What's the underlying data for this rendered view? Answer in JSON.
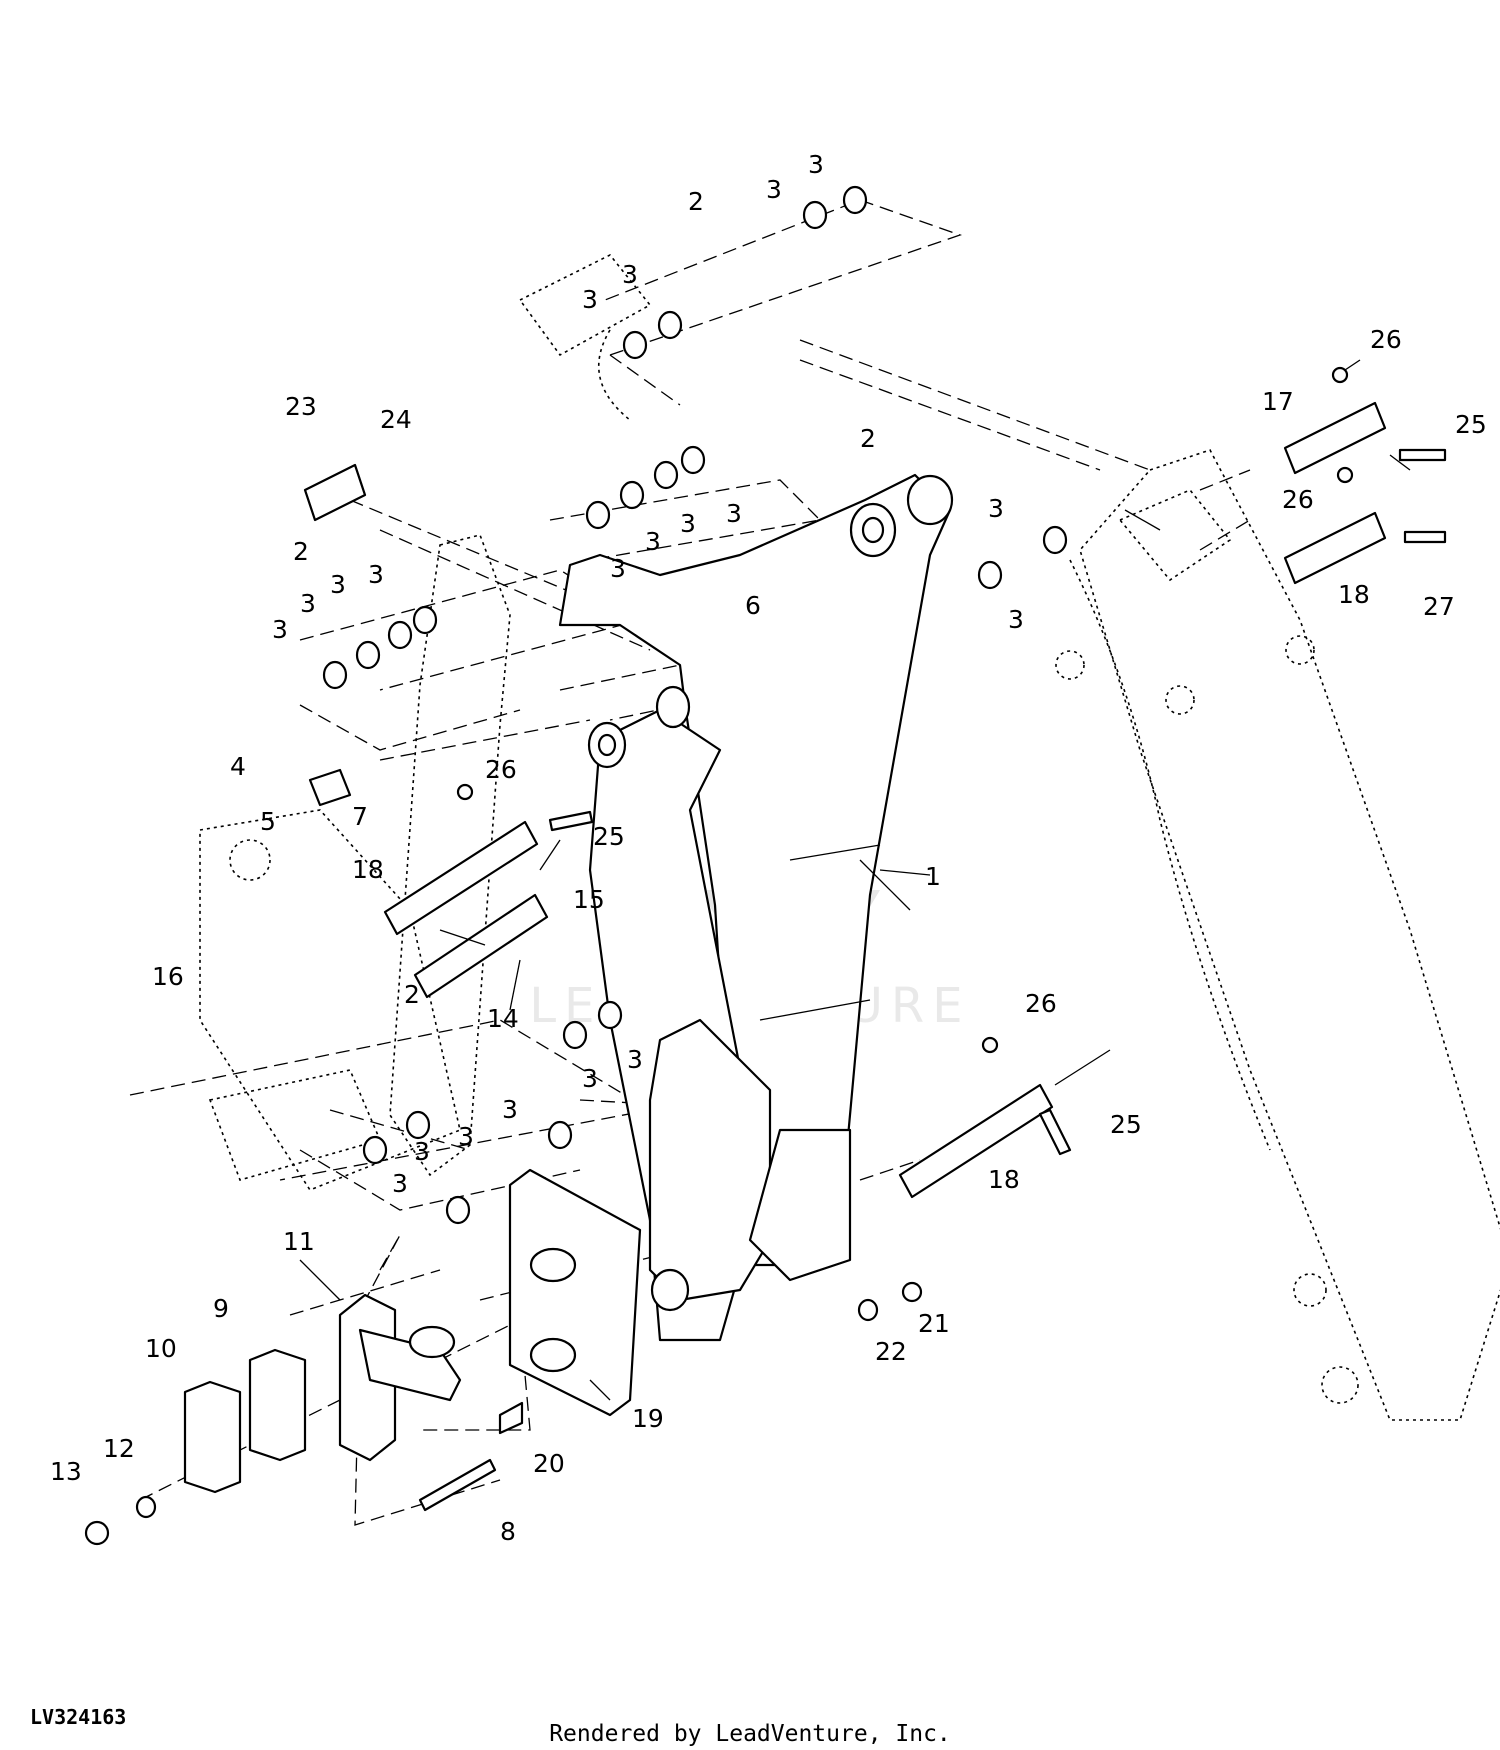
{
  "drawing_id": "LV324163",
  "render_credit": "Rendered by LeadVenture, Inc.",
  "watermark": "LEADVENTURE",
  "part_numbers": {
    "p1": "1",
    "p2": "2",
    "p3": "3",
    "p4": "4",
    "p5": "5",
    "p6": "6",
    "p7": "7",
    "p8": "8",
    "p9": "9",
    "p10": "10",
    "p11": "11",
    "p12": "12",
    "p13": "13",
    "p14": "14",
    "p15": "15",
    "p16": "16",
    "p17": "17",
    "p18": "18",
    "p19": "19",
    "p20": "20",
    "p21": "21",
    "p22": "22",
    "p23": "23",
    "p24": "24",
    "p25": "25",
    "p26": "26",
    "p27": "27"
  }
}
